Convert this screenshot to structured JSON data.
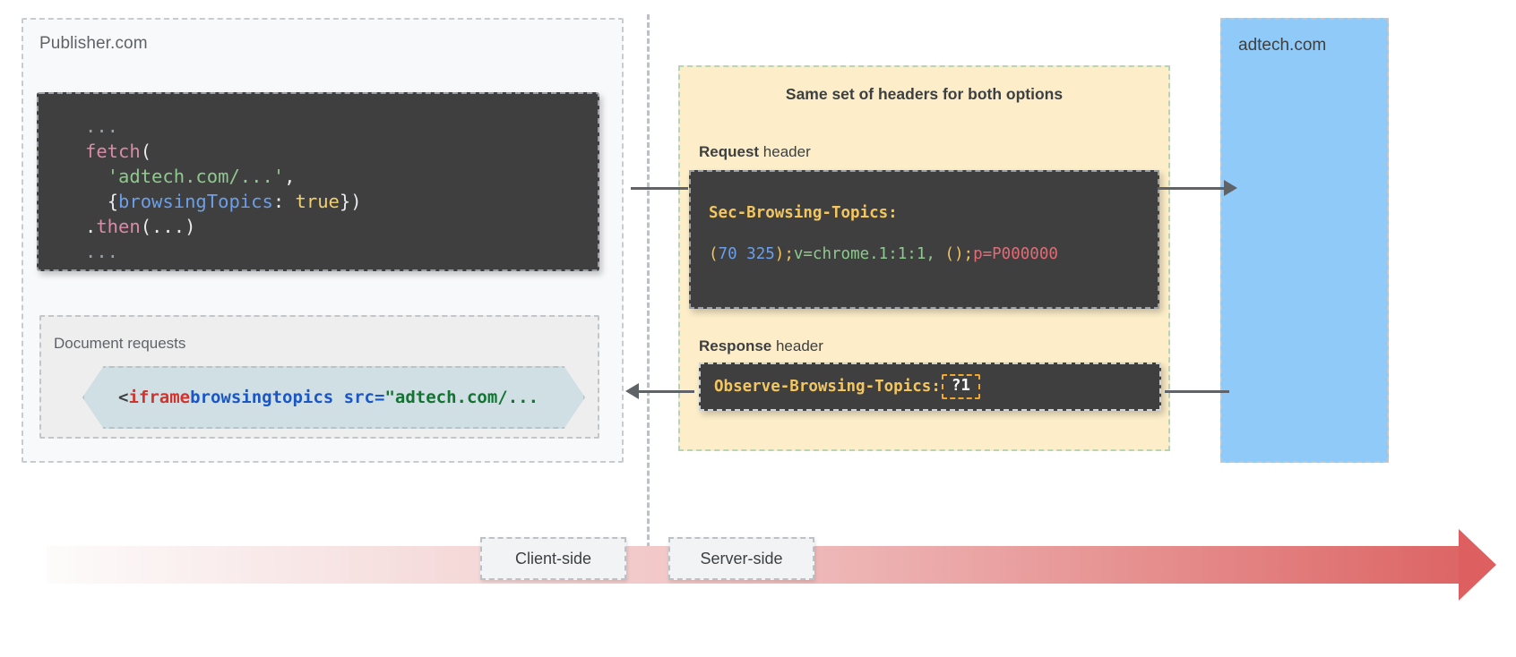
{
  "publisher": {
    "label": "Publisher.com",
    "code_block": {
      "line1_dots": "...",
      "fetch_name": "fetch",
      "paren_open": "(",
      "url_string": "'adtech.com/...'",
      "comma": ",",
      "brace_open": "{",
      "option_key": "browsingTopics",
      "colon": ": ",
      "option_value": "true",
      "brace_close": "}",
      "paren_close": ")",
      "then_dot": ".",
      "then_name": "then",
      "then_args": "(...)",
      "line_last_dots": "..."
    },
    "document_requests": {
      "label": "Document requests",
      "iframe_lt": "<",
      "iframe_tag": "iframe",
      "iframe_attr": " browsingtopics src=",
      "iframe_value": "\"adtech.com/..."
    }
  },
  "headers_panel": {
    "title": "Same set of headers for both options",
    "request_caption_bold": "Request",
    "request_caption_rest": " header",
    "response_caption_bold": "Response",
    "response_caption_rest": " header",
    "request_header": {
      "name": "Sec-Browsing-Topics:",
      "paren_open": "(",
      "topic_ids": "70 325",
      "paren_close": ")",
      "semicolon1": ";",
      "version": "v=chrome.1:1:1, ",
      "empty_parens": "()",
      "semicolon2": ";",
      "priority": "p=P000000"
    },
    "response_header": {
      "name": "Observe-Browsing-Topics:",
      "value": "?1"
    }
  },
  "adtech": {
    "label": "adtech.com"
  },
  "timeline": {
    "client_side_label": "Client-side",
    "server_side_label": "Server-side"
  },
  "colors": {
    "panel_yellow": "#fdeec9",
    "adtech_blue": "#90caf9",
    "code_dark": "#3f3f3f",
    "iframe_fill": "#cfdfe4",
    "arrow_gray": "#5f6368",
    "timeline_end_red": "#dd6565",
    "header_name_yellow": "#f2c661"
  }
}
